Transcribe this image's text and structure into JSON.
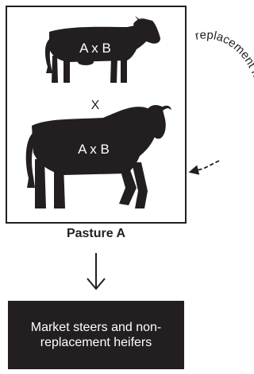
{
  "pasture": {
    "top_cow_label": "A x B",
    "cross_symbol": "X",
    "bull_label": "A x B",
    "name": "Pasture A"
  },
  "loop": {
    "label": "replacement heifers"
  },
  "market": {
    "label": "Market steers and non-replacement heifers"
  },
  "colors": {
    "ink": "#231f20",
    "background": "#ffffff"
  }
}
